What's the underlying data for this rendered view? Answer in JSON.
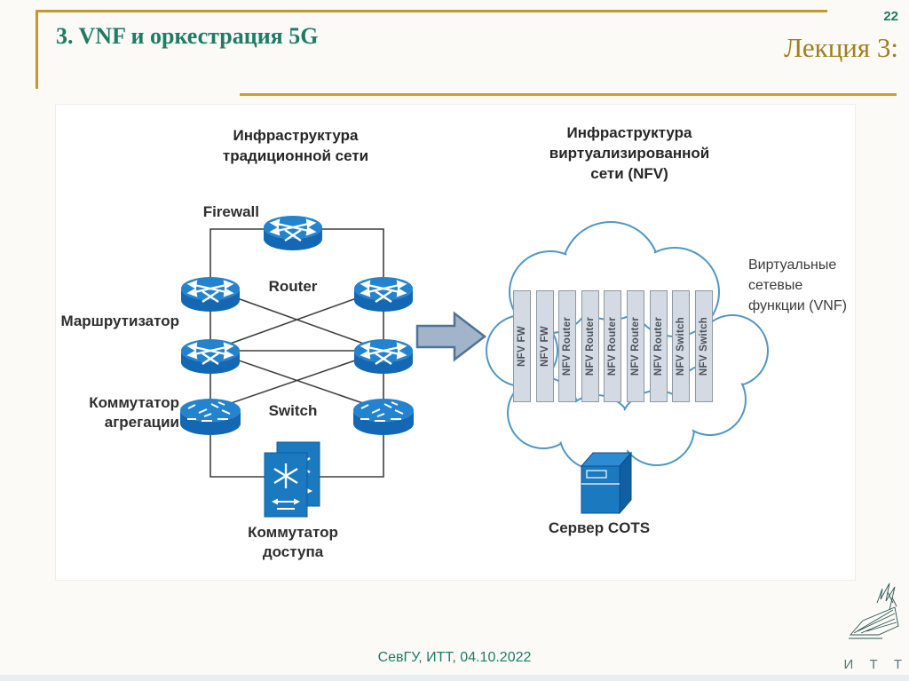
{
  "slide": {
    "page_number": "22",
    "title": "3. VNF и оркестрация 5G",
    "lecture_label": "Лекция 3:",
    "footer": "СевГУ, ИТТ, 04.10.2022",
    "logo_letters": "И Т Т"
  },
  "diagram": {
    "left": {
      "heading_line1": "Инфраструктура",
      "heading_line2": "традиционной сети",
      "labels": {
        "firewall": "Firewall",
        "router_en": "Router",
        "router_ru": "Маршрутизатор",
        "agg_switch_line1": "Коммутатор",
        "agg_switch_line2": "агрегации",
        "switch_en": "Switch",
        "access_switch_line1": "Коммутатор",
        "access_switch_line2": "доступа"
      }
    },
    "right": {
      "heading_line1": "Инфраструктура",
      "heading_line2": "виртуализированной",
      "heading_line3": "сети (NFV)",
      "vnf_note_line1": "Виртуальные",
      "vnf_note_line2": "сетевые",
      "vnf_note_line3": "функции (VNF)",
      "server_label": "Сервер COTS",
      "nfv_bars": [
        "NFV FW",
        "NFV FW",
        "NFV Router",
        "NFV Router",
        "NFV Router",
        "NFV Router",
        "NFV Router",
        "NFV Switch",
        "NFV Switch"
      ]
    }
  },
  "colors": {
    "accent_teal": "#1E7B64",
    "accent_gold": "#C19B26",
    "lecture_gold": "#A0801F",
    "device_blue": "#1B79C0",
    "cloud_stroke": "#4E97C4",
    "bar_fill": "#D3DAE4"
  }
}
